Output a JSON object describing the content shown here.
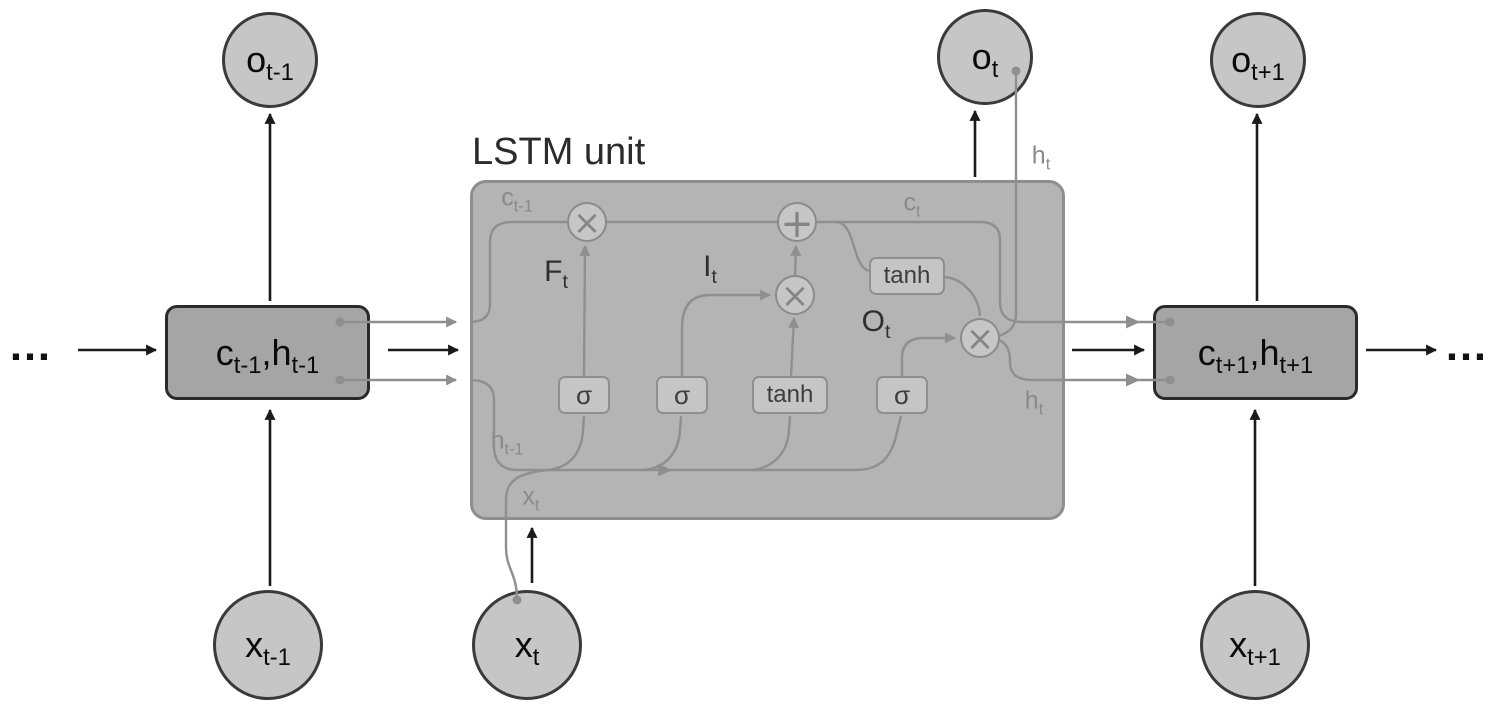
{
  "diagram": {
    "title": "LSTM unit",
    "ellipsis_left": "…",
    "ellipsis_right": "…"
  },
  "outputs": {
    "prev": {
      "base": "o",
      "sub": "t-1"
    },
    "curr": {
      "base": "o",
      "sub": "t"
    },
    "next": {
      "base": "o",
      "sub": "t+1"
    }
  },
  "inputs": {
    "prev": {
      "base": "x",
      "sub": "t-1"
    },
    "curr": {
      "base": "x",
      "sub": "t"
    },
    "next": {
      "base": "x",
      "sub": "t+1"
    }
  },
  "states": {
    "prev": {
      "c_base": "c",
      "c_sub": "t-1",
      "comma": ",",
      "h_base": "h",
      "h_sub": "t-1"
    },
    "next": {
      "c_base": "c",
      "c_sub": "t+1",
      "comma": ",",
      "h_base": "h",
      "h_sub": "t+1"
    }
  },
  "internal": {
    "cell_state_in": {
      "base": "c",
      "sub": "t-1"
    },
    "cell_state_out": {
      "base": "c",
      "sub": "t"
    },
    "forget_gate_label": {
      "base": "F",
      "sub": "t"
    },
    "input_gate_label": {
      "base": "I",
      "sub": "t"
    },
    "output_gate_label": {
      "base": "O",
      "sub": "t"
    },
    "hidden_state_in": {
      "base": "h",
      "sub": "t-1"
    },
    "input_label": {
      "base": "x",
      "sub": "t"
    },
    "hidden_out_top": {
      "base": "h",
      "sub": "t"
    },
    "hidden_out_right": {
      "base": "h",
      "sub": "t"
    },
    "sigma": "σ",
    "tanh": "tanh",
    "multiply_symbol": "×",
    "add_symbol": "+"
  },
  "colors": {
    "background": "#ffffff",
    "node_fill": "#c6c6c6",
    "node_border": "#3a3a3a",
    "state_box_fill": "#a5a5a5",
    "state_box_border": "#2a2a2a",
    "lstm_box_fill": "#b4b4b4",
    "lstm_box_border": "#8e8e8e",
    "inner_box_fill": "#c5c5c5",
    "wire_gray": "#8f8f8f",
    "wire_black": "#1a1a1a",
    "gray_label": "#8a8a8a"
  }
}
